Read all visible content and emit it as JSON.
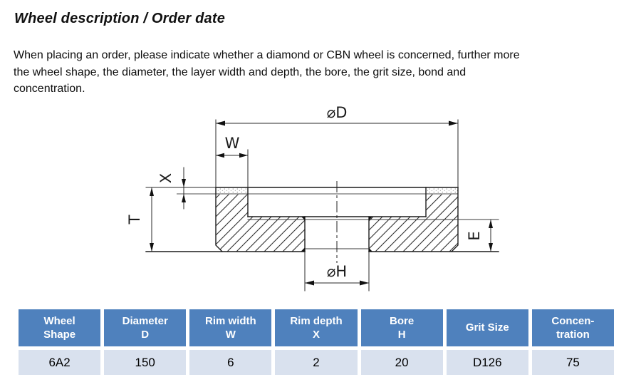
{
  "page": {
    "title": "Wheel description / Order date",
    "paragraph_lines": [
      "When placing an order, please indicate whether a diamond or CBN wheel is concerned, further more",
      "the wheel shape, the diameter, the layer width and depth, the bore, the grit size, bond and",
      "concentration."
    ]
  },
  "diagram": {
    "labels": {
      "diameter": "⌀D",
      "rim_width": "W",
      "rim_depth": "X",
      "thickness": "T",
      "hub_height": "E",
      "bore": "⌀H"
    }
  },
  "table": {
    "columns": [
      {
        "header_line1": "Wheel",
        "header_line2": "Shape",
        "value": "6A2"
      },
      {
        "header_line1": "Diameter",
        "header_line2": "D",
        "value": "150"
      },
      {
        "header_line1": "Rim width",
        "header_line2": "W",
        "value": "6"
      },
      {
        "header_line1": "Rim depth",
        "header_line2": "X",
        "value": "2"
      },
      {
        "header_line1": "Bore",
        "header_line2": "H",
        "value": "20"
      },
      {
        "header_line1": "Grit Size",
        "header_line2": "",
        "value": "D126"
      },
      {
        "header_line1": "Concen-",
        "header_line2": "tration",
        "value": "75"
      }
    ],
    "colors": {
      "header_bg": "#4f81bd",
      "header_text": "#ffffff",
      "row_bg": "#d9e1ee",
      "row_text": "#000000"
    }
  }
}
